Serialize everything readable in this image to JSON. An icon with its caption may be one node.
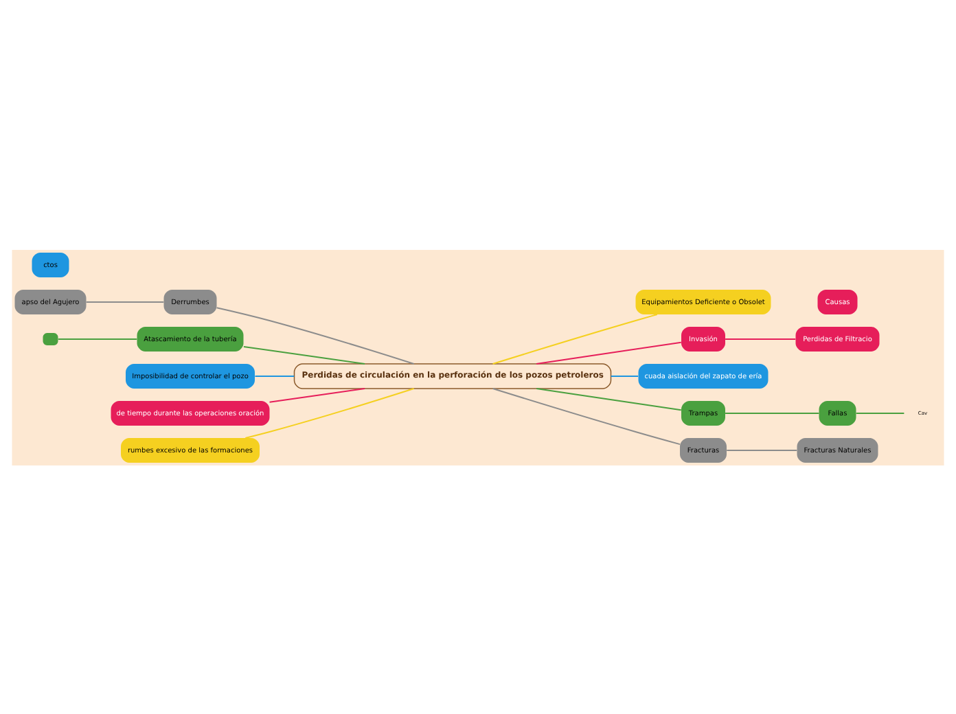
{
  "diagram": {
    "nodes": [
      {
        "text": [
          "Perdidas de circulación en la perforación de los pozos petroleros"
        ]
      },
      {
        "text": [
          "Equipamientos Deficiente o Obsolet"
        ]
      },
      {
        "text": [
          "Invasión"
        ]
      },
      {
        "text": [
          "Perdidas de Filtracio"
        ]
      },
      {
        "text": [
          "cuada aislación del zapato de ería"
        ]
      },
      {
        "text": [
          "Trampas"
        ]
      },
      {
        "text": [
          "Fallas"
        ]
      },
      {
        "text": [
          "Cav"
        ]
      },
      {
        "text": [
          "Fracturas"
        ]
      },
      {
        "text": [
          "Fracturas Naturales"
        ]
      },
      {
        "text": [
          "Causas"
        ]
      },
      {
        "text": [
          "ctos"
        ]
      },
      {
        "text": [
          "Derrumbes"
        ]
      },
      {
        "text": [
          "apso del Agujero"
        ]
      },
      {
        "text": [
          "Atascamiento de la tubería"
        ]
      },
      {
        "text": [],
        "shape": "box"
      },
      {
        "text": [
          "Imposibilidad de controlar el pozo"
        ]
      },
      {
        "text": [
          "de tiempo durante las operaciones oración"
        ]
      },
      {
        "text": [
          "rumbes excesivo de las formaciones"
        ]
      }
    ],
    "edges": [
      {
        "from": 0,
        "to": 1,
        "arrow": "none",
        "color": "#f5d020"
      },
      {
        "from": 0,
        "to": 2,
        "arrow": "none",
        "color": "#e61e5a"
      },
      {
        "from": 0,
        "to": 4,
        "arrow": "none",
        "color": "#1e96e0"
      },
      {
        "from": 0,
        "to": 5,
        "arrow": "none",
        "color": "#4aa03f"
      },
      {
        "from": 0,
        "to": 8,
        "arrow": "none",
        "color": "#8c8c8c"
      },
      {
        "from": 2,
        "to": 3,
        "arrow": "none",
        "color": "#e61e5a"
      },
      {
        "from": 5,
        "to": 6,
        "arrow": "none",
        "color": "#4aa03f"
      },
      {
        "from": 6,
        "to": 7,
        "arrow": "none",
        "color": "#4aa03f"
      },
      {
        "from": 8,
        "to": 9,
        "arrow": "none",
        "color": "#8c8c8c"
      },
      {
        "from": 12,
        "to": 0,
        "arrow": "none",
        "color": "#8c8c8c"
      },
      {
        "from": 14,
        "to": 0,
        "arrow": "none",
        "color": "#4aa03f"
      },
      {
        "from": 16,
        "to": 0,
        "arrow": "none",
        "color": "#1e96e0"
      },
      {
        "from": 17,
        "to": 0,
        "arrow": "none",
        "color": "#e61e5a"
      },
      {
        "from": 18,
        "to": 0,
        "arrow": "none",
        "color": "#f5d020"
      },
      {
        "from": 13,
        "to": 12,
        "arrow": "none",
        "color": "#8c8c8c"
      },
      {
        "from": 15,
        "to": 14,
        "arrow": "none",
        "color": "#4aa03f"
      }
    ]
  }
}
